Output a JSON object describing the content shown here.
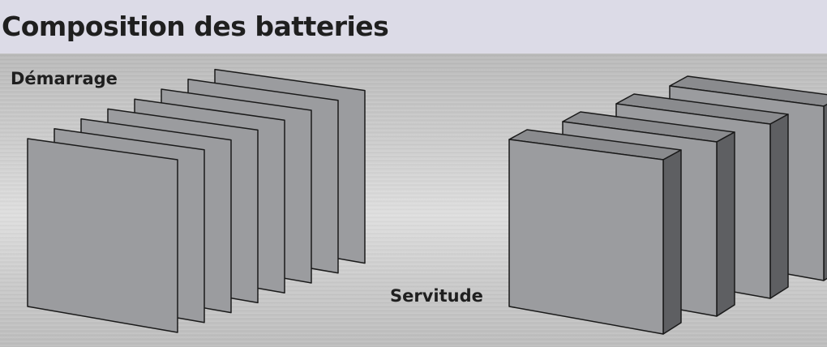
{
  "title": "Composition des batteries",
  "labels": {
    "starter": "Démarrage",
    "service": "Servitude"
  },
  "colors": {
    "plate_face": "#9b9c9f",
    "plate_side": "#5e5f62",
    "plate_top": "#8a8b8e",
    "outline": "#1a1a1a",
    "header_bg": "#dcdbe7"
  },
  "items": {
    "thin_plates": 8,
    "thick_plates": 4
  }
}
